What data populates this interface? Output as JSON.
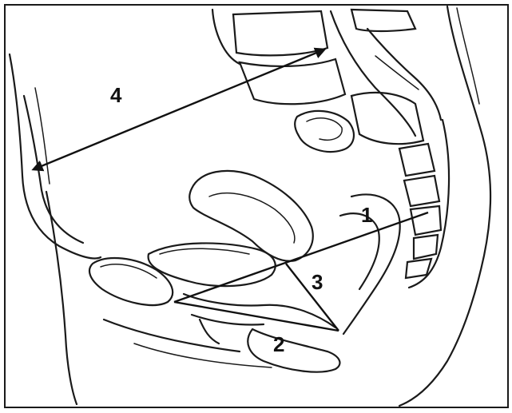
{
  "labels": {
    "one": "1",
    "two": "2",
    "three": "3",
    "four": "4"
  },
  "colors": {
    "ink": "#1a1a1a",
    "background": "#ffffff"
  }
}
